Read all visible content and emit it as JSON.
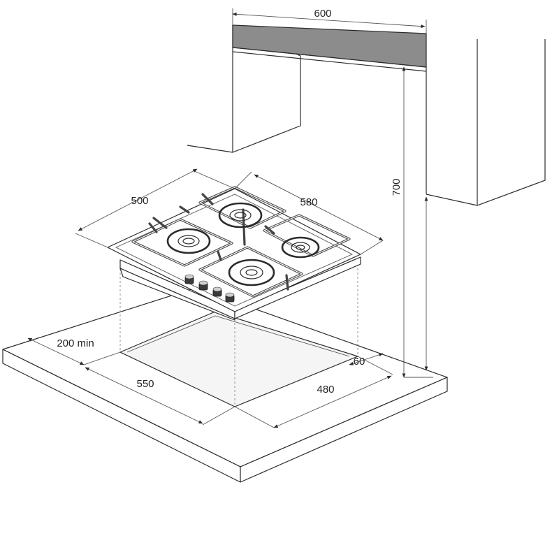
{
  "diagram": {
    "dimensions": {
      "cabinet_width": "600",
      "cabinet_height": "700",
      "hob_depth": "500",
      "hob_width": "580",
      "wall_clearance": "200 min",
      "cutout_width": "550",
      "cutout_depth": "480",
      "back_clearance": "60"
    },
    "colors": {
      "line": "#2b2b2b",
      "cabinet_base": "#8c8c8c",
      "dashed": "#8a8a8a"
    }
  }
}
